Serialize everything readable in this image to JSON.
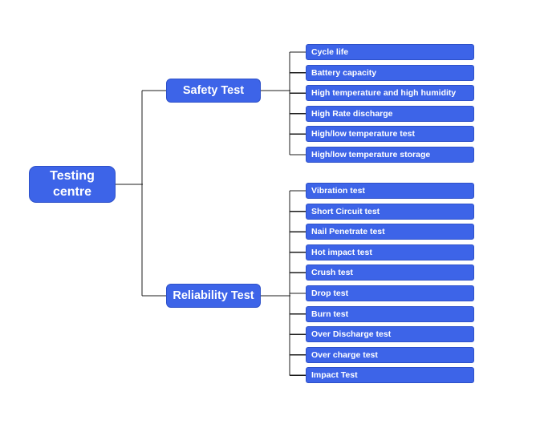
{
  "root": {
    "label": "Testing centre"
  },
  "branches": [
    {
      "label": "Safety Test",
      "items": [
        "Cycle life",
        "Battery capacity",
        "High temperature and high humidity",
        "High Rate discharge",
        "High/low temperature test",
        "High/low temperature storage"
      ]
    },
    {
      "label": "Reliability Test",
      "items": [
        "Vibration test",
        "Short Circuit test",
        "Nail Penetrate test",
        "Hot impact test",
        "Crush test",
        "Drop test",
        "Burn test",
        "Over Discharge test",
        "Over charge test",
        "Impact Test"
      ]
    }
  ],
  "colors": {
    "node_fill": "#3d64e8",
    "node_border": "#2e51c9",
    "node_text": "#ffffff",
    "connector": "#1c1c1c",
    "background": "#ffffff"
  }
}
